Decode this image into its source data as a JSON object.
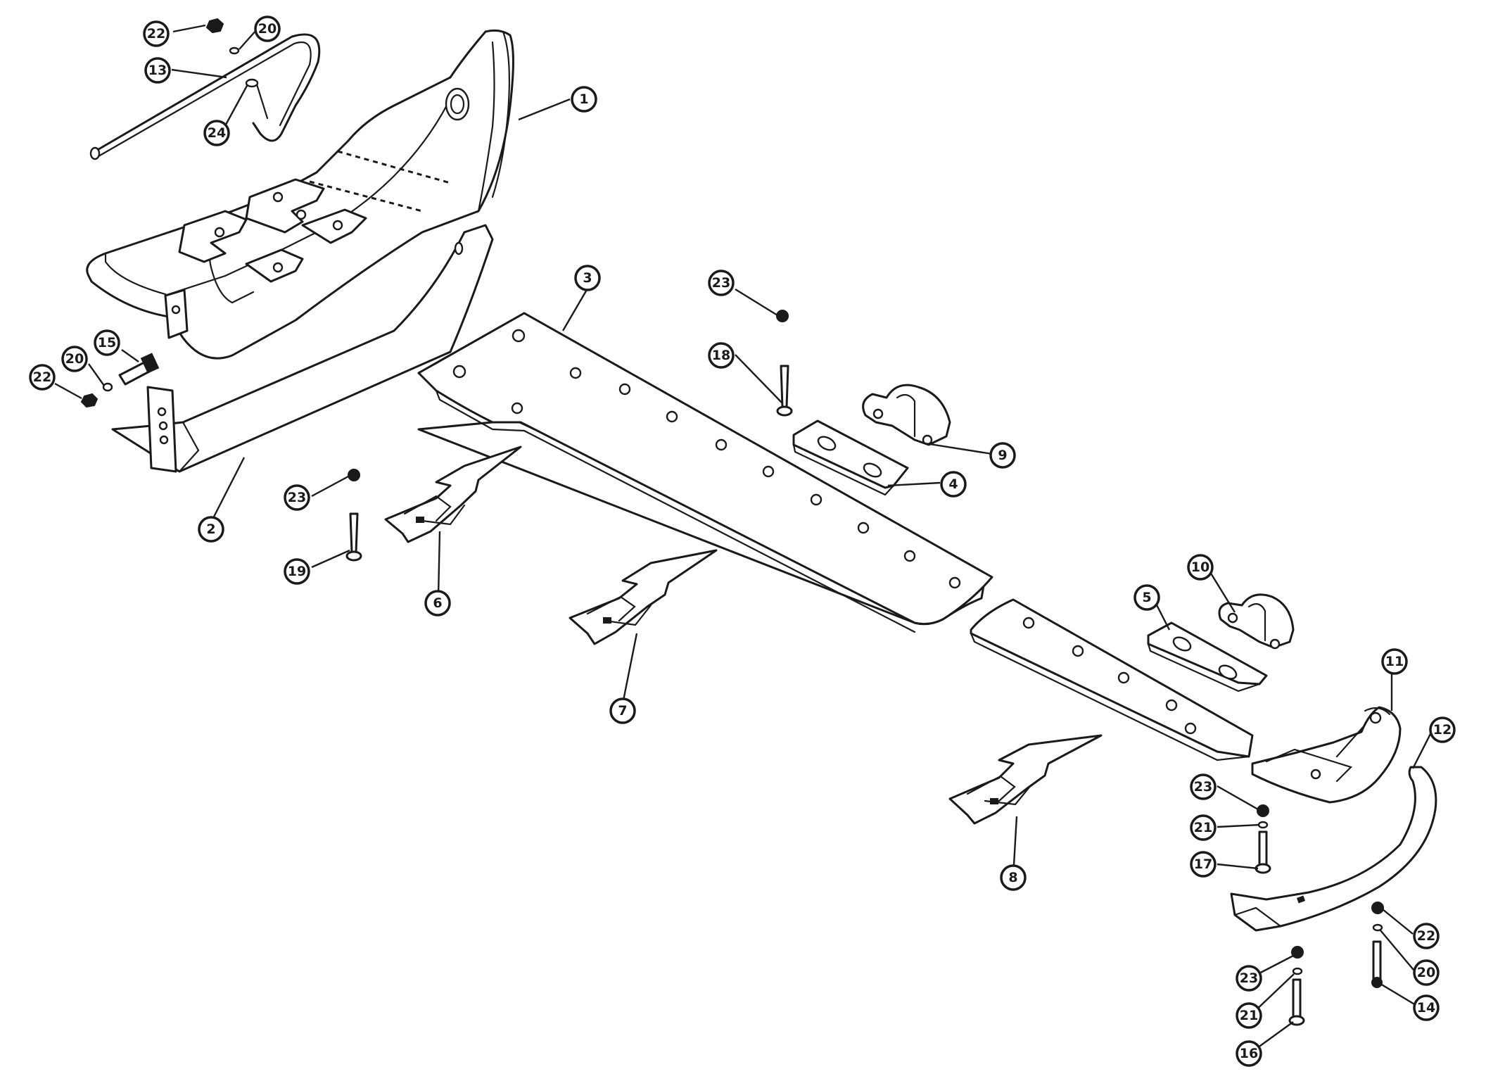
{
  "diagram": {
    "type": "exploded-parts-drawing",
    "line_color": "#1a1a1a",
    "background": "#ffffff",
    "callouts": [
      {
        "label": "22"
      },
      {
        "label": "20"
      },
      {
        "label": "13"
      },
      {
        "label": "24"
      },
      {
        "label": "1"
      },
      {
        "label": "15"
      },
      {
        "label": "20"
      },
      {
        "label": "22"
      },
      {
        "label": "2"
      },
      {
        "label": "3"
      },
      {
        "label": "23"
      },
      {
        "label": "18"
      },
      {
        "label": "9"
      },
      {
        "label": "4"
      },
      {
        "label": "23"
      },
      {
        "label": "19"
      },
      {
        "label": "6"
      },
      {
        "label": "7"
      },
      {
        "label": "5"
      },
      {
        "label": "10"
      },
      {
        "label": "11"
      },
      {
        "label": "12"
      },
      {
        "label": "23"
      },
      {
        "label": "21"
      },
      {
        "label": "17"
      },
      {
        "label": "8"
      },
      {
        "label": "22"
      },
      {
        "label": "20"
      },
      {
        "label": "23"
      },
      {
        "label": "14"
      },
      {
        "label": "21"
      },
      {
        "label": "16"
      }
    ]
  }
}
